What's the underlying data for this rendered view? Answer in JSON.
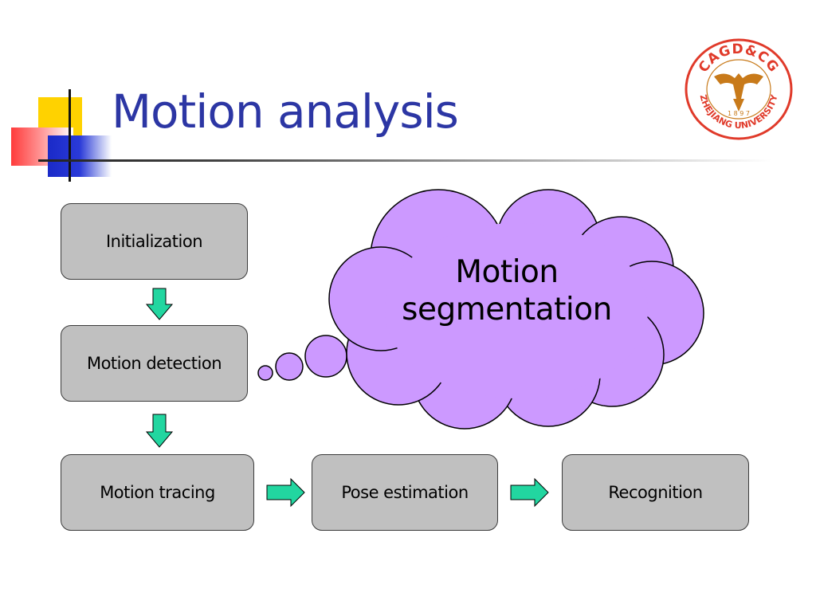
{
  "slide": {
    "title": "Motion analysis",
    "accent_color": "#2c36a4"
  },
  "logo": {
    "top_text": "CAGD&CG",
    "year": "1 8 9 7",
    "bottom_text": "ZHEJIANG UNIVERSITY",
    "ring_color": "#e03a2a",
    "emblem_color": "#c87a1a"
  },
  "flow": {
    "box_fill": "#c0c0c0",
    "arrow_fill": "#22d6a0",
    "steps": [
      {
        "label": "Initialization"
      },
      {
        "label": "Motion detection"
      },
      {
        "label": "Motion tracing"
      },
      {
        "label": "Pose estimation"
      },
      {
        "label": "Recognition"
      }
    ]
  },
  "callout": {
    "line1": "Motion",
    "line2": "segmentation",
    "fill": "#cc99ff"
  }
}
